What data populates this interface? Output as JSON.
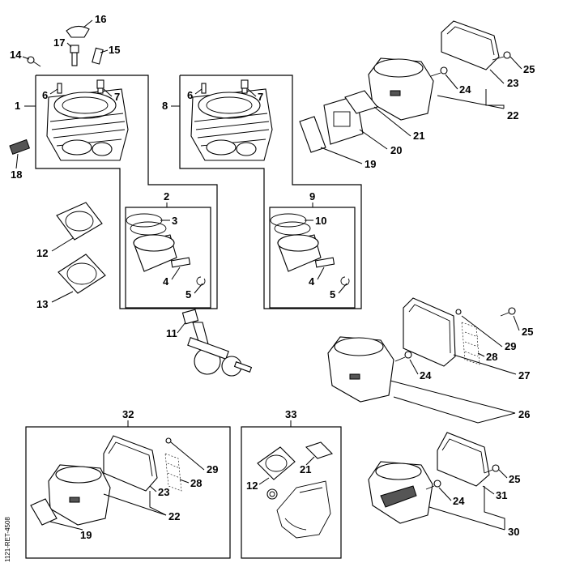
{
  "labels": {
    "n1": "1",
    "n2": "2",
    "n3": "3",
    "n4a": "4",
    "n5a": "5",
    "n6a": "6",
    "n7a": "7",
    "n8": "8",
    "n9": "9",
    "n10": "10",
    "n4b": "4",
    "n5b": "5",
    "n6b": "6",
    "n7b": "7",
    "n11": "11",
    "n12a": "12",
    "n13": "13",
    "n14": "14",
    "n15": "15",
    "n16": "16",
    "n17": "17",
    "n18": "18",
    "n19a": "19",
    "n20": "20",
    "n21a": "21",
    "n22a": "22",
    "n23a": "23",
    "n24a": "24",
    "n25a": "25",
    "n25b": "25",
    "n29a": "29",
    "n28a": "28",
    "n27": "27",
    "n24b": "24",
    "n26": "26",
    "n32": "32",
    "n29b": "29",
    "n28b": "28",
    "n23b": "23",
    "n22b": "22",
    "n19b": "19",
    "n33": "33",
    "n21b": "21",
    "n12b": "12",
    "n25c": "25",
    "n24c": "24",
    "n31": "31",
    "n30": "30"
  },
  "reference_code": "1121-RET-4508"
}
